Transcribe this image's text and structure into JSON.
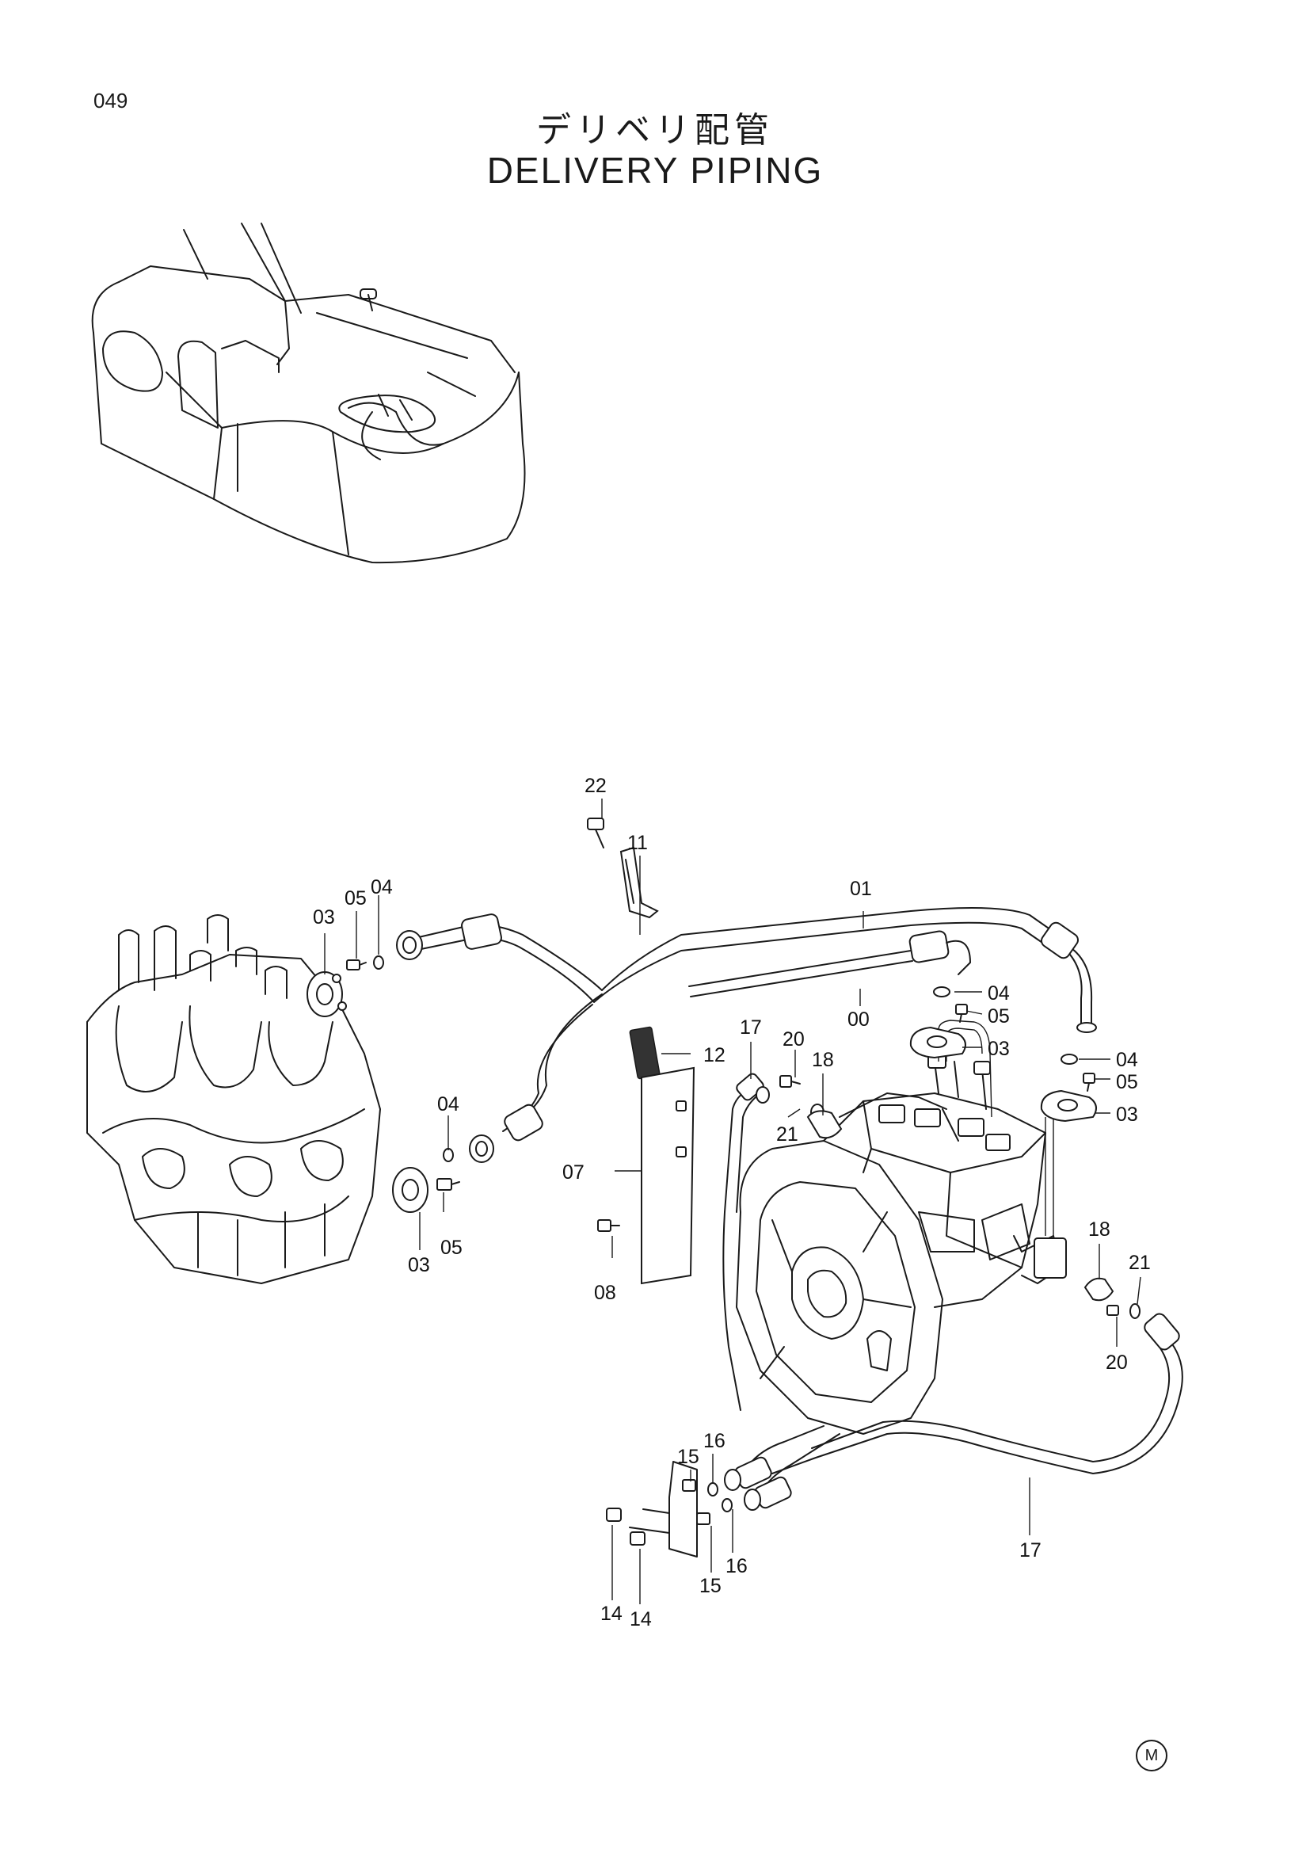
{
  "header": {
    "page_number": "049",
    "title_ja": "デリベリ配管",
    "title_en": "DELIVERY PIPING"
  },
  "callouts": {
    "c01": "01",
    "c00": "00",
    "c22": "22",
    "c11": "11",
    "c12": "12",
    "c07": "07",
    "c08": "08",
    "c03a": "03",
    "c05a": "05",
    "c04a": "04",
    "c04b": "04",
    "c03b": "03",
    "c05b": "05",
    "c04c": "04",
    "c05c": "05",
    "c03c": "03",
    "c04d": "04",
    "c05d": "05",
    "c03d": "03",
    "c17a": "17",
    "c20a": "20",
    "c18a": "18",
    "c21a": "21",
    "c18b": "18",
    "c21b": "21",
    "c20b": "20",
    "c15a": "15",
    "c16a": "16",
    "c16b": "16",
    "c15b": "15",
    "c14a": "14",
    "c14b": "14",
    "c17b": "17"
  },
  "footer": {
    "mark": "M"
  }
}
